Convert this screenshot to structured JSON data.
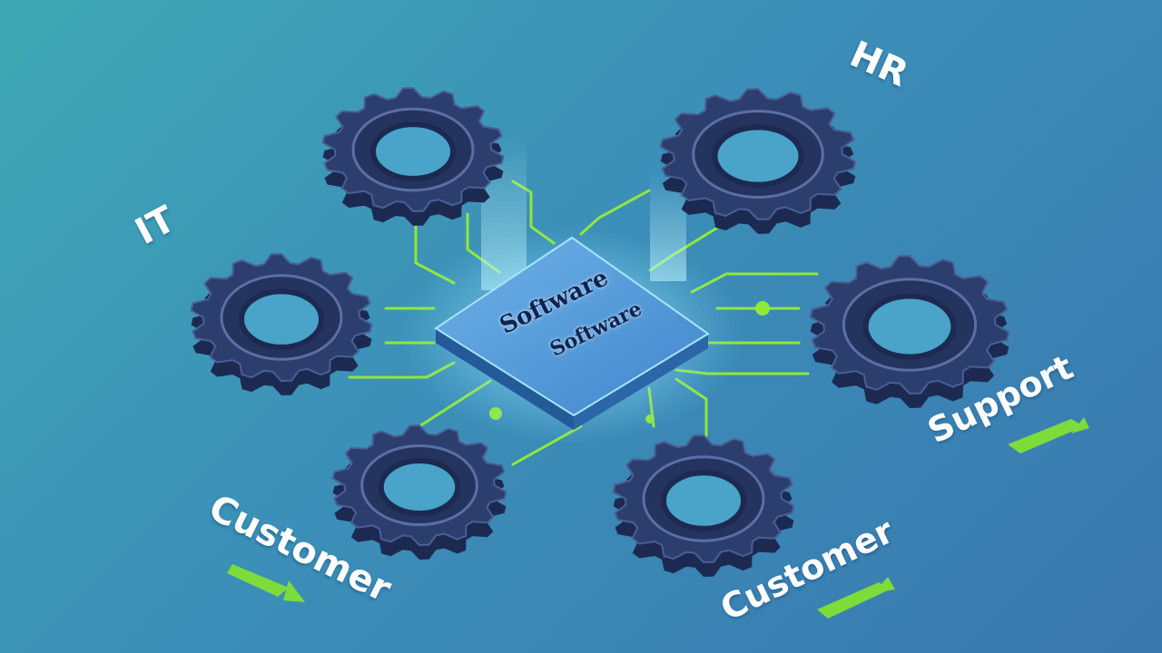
{
  "diagram": {
    "hub": {
      "line1": "Software",
      "line2": "Software"
    },
    "labels": {
      "it": "IT",
      "hr": "HR",
      "support": "Support",
      "customer_left": "Customer",
      "customer_right": "Customer"
    },
    "colors": {
      "background_start": "#3fa8b4",
      "background_end": "#3a78b0",
      "gear": "#2c3e6e",
      "gear_dark": "#1c2a52",
      "connector": "#8fe83a",
      "hub": "#4a8fd0",
      "hub_glow": "#bff4ff"
    },
    "icons": [
      "gear-icon",
      "arrow-icon"
    ]
  }
}
